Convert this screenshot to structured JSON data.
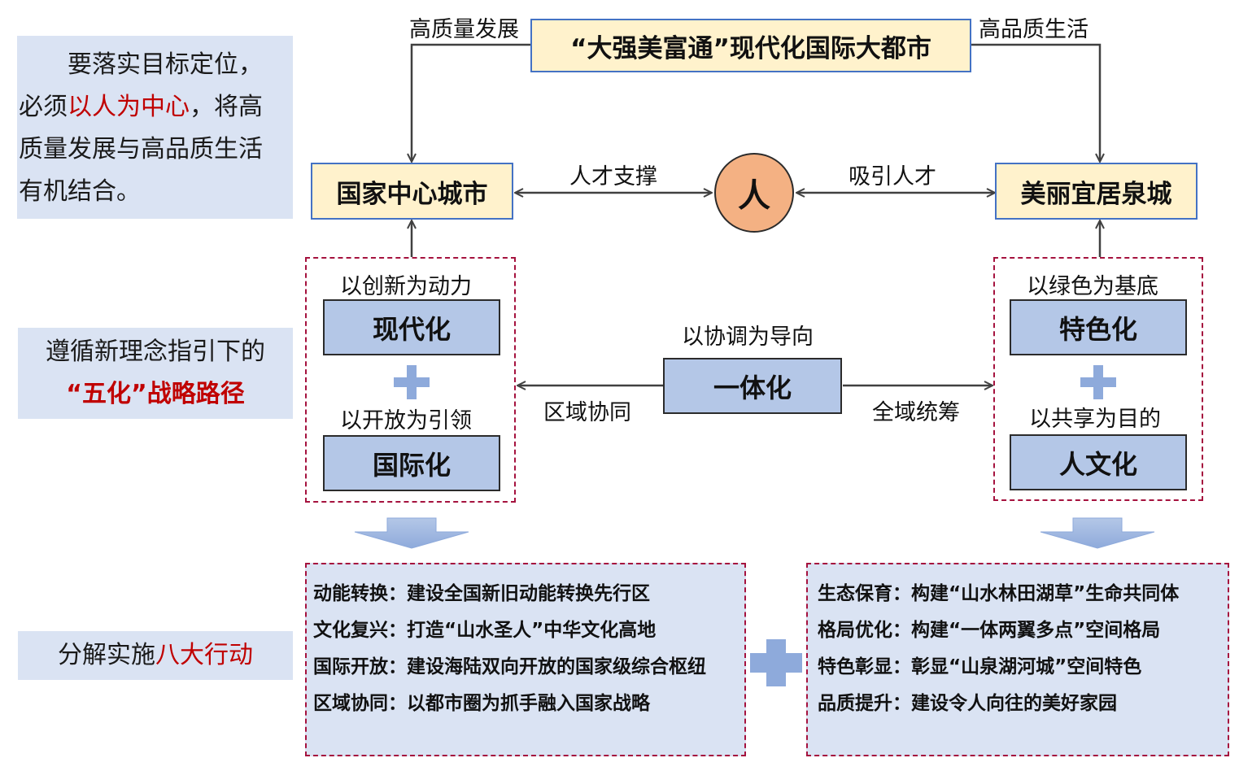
{
  "top": {
    "title": "“大强美富通”现代化国际大都市",
    "left_label": "高质量发展",
    "right_label": "高品质生活"
  },
  "side": {
    "box1": {
      "part1": "要落实目标定位，必须",
      "highlight": "以人为中心",
      "part2": "，将高质量发展与高品质生活有机结合。"
    },
    "box2": {
      "line1": "遵循新理念指引下的",
      "highlight": "“五化”战略路径"
    },
    "box3": {
      "part1": "分解实施",
      "highlight": "八大行动"
    }
  },
  "middle": {
    "left_city": "国家中心城市",
    "right_city": "美丽宜居泉城",
    "person": "人",
    "left_link": "人才支撑",
    "right_link": "吸引人才"
  },
  "five": {
    "left": {
      "cap1": "以创新为动力",
      "box1": "现代化",
      "cap2": "以开放为引领",
      "box2": "国际化"
    },
    "center": {
      "cap": "以协调为导向",
      "box": "一体化",
      "left_link": "区域协同",
      "right_link": "全域统筹"
    },
    "right": {
      "cap1": "以绿色为基底",
      "box1": "特色化",
      "cap2": "以共享为目的",
      "box2": "人文化"
    }
  },
  "actions": {
    "left": [
      "动能转换：建设全国新旧动能转换先行区",
      "文化复兴：打造“山水圣人”中华文化高地",
      "国际开放：建设海陆双向开放的国家级综合枢纽",
      "区域协同：以都市圈为抓手融入国家战略"
    ],
    "right": [
      "生态保育：构建“山水林田湖草”生命共同体",
      "格局优化：构建“一体两翼多点”空间格局",
      "特色彰显：彰显“山泉湖河城”空间特色",
      "品质提升：建设令人向往的美好家园"
    ]
  },
  "colors": {
    "title_fill": "#fff2cc",
    "title_border": "#4472c4",
    "box_fill": "#b4c7e7",
    "person_fill": "#f4b183",
    "dash": "#a5123e",
    "highlight": "#c00000",
    "side_fill": "#dae3f3"
  }
}
